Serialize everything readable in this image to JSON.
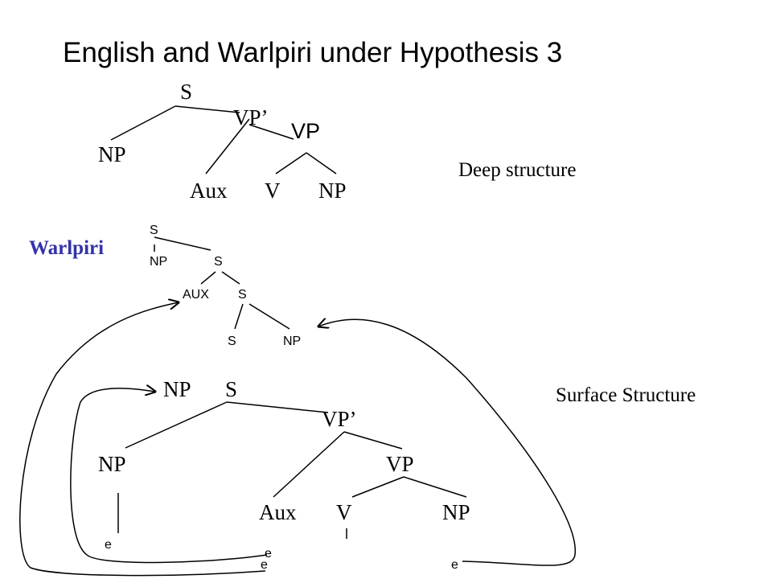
{
  "title": "English and Warlpiri under Hypothesis 3",
  "deep_tree": {
    "s": "S",
    "vp_bar": "VP’",
    "vp": "VP",
    "np_subject": "NP",
    "aux": "Aux",
    "v": "V",
    "np_object": "NP"
  },
  "deep_caption": "Deep structure",
  "warlpiri_label": "Warlpiri",
  "warlpiri_label_color": "#3333aa",
  "top_tree": {
    "s1": "S",
    "np": "NP",
    "s2": "S",
    "aux": "AUX",
    "s3": "S",
    "s4": "S",
    "np_right": "NP"
  },
  "surface_tree": {
    "np_top": "NP",
    "s": "S",
    "vp_bar": "VP’",
    "np_subject": "NP",
    "vp": "VP",
    "aux": "Aux",
    "v": "V",
    "np_object": "NP",
    "trace_subject": "e",
    "trace_aux_1": "e",
    "trace_aux_2": "e",
    "trace_object": "e"
  },
  "surface_caption": "Surface Structure"
}
